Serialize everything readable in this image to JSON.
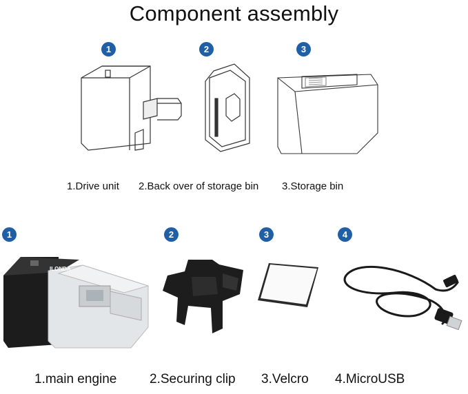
{
  "title": "Component assembly",
  "top_row": {
    "markers": [
      "1",
      "2",
      "3"
    ],
    "icons": [
      "drive-unit-drawing",
      "back-cover-drawing",
      "storage-bin-drawing"
    ],
    "captions": [
      "1.Drive unit",
      "2.Back over of storage bin",
      "3.Storage bin"
    ]
  },
  "bottom_row": {
    "markers": [
      "1",
      "2",
      "3",
      "4"
    ],
    "icons": [
      "main-engine-photo",
      "securing-clip-photo",
      "velcro-photo",
      "microusb-cable-photo"
    ],
    "captions": [
      "1.main engine",
      "2.Securing clip",
      "3.Velcro",
      "4.MicroUSB"
    ]
  },
  "colors": {
    "marker": "#1e5fa5",
    "text": "#111111",
    "background": "#ffffff"
  }
}
